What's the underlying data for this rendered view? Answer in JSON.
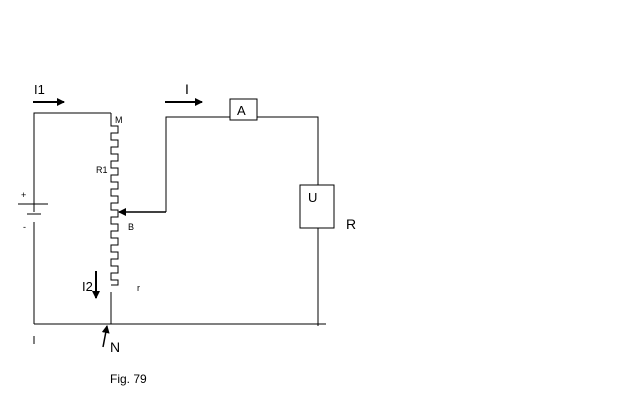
{
  "labels": {
    "i1": "I1",
    "i": "I",
    "ammeter": "A",
    "m": "M",
    "r1": "R1",
    "plus": "+",
    "minus": "-",
    "b": "B",
    "u": "U",
    "r_load": "R",
    "i2": "I2",
    "r_small": "r",
    "n": "N",
    "caption": "Fig. 79"
  }
}
